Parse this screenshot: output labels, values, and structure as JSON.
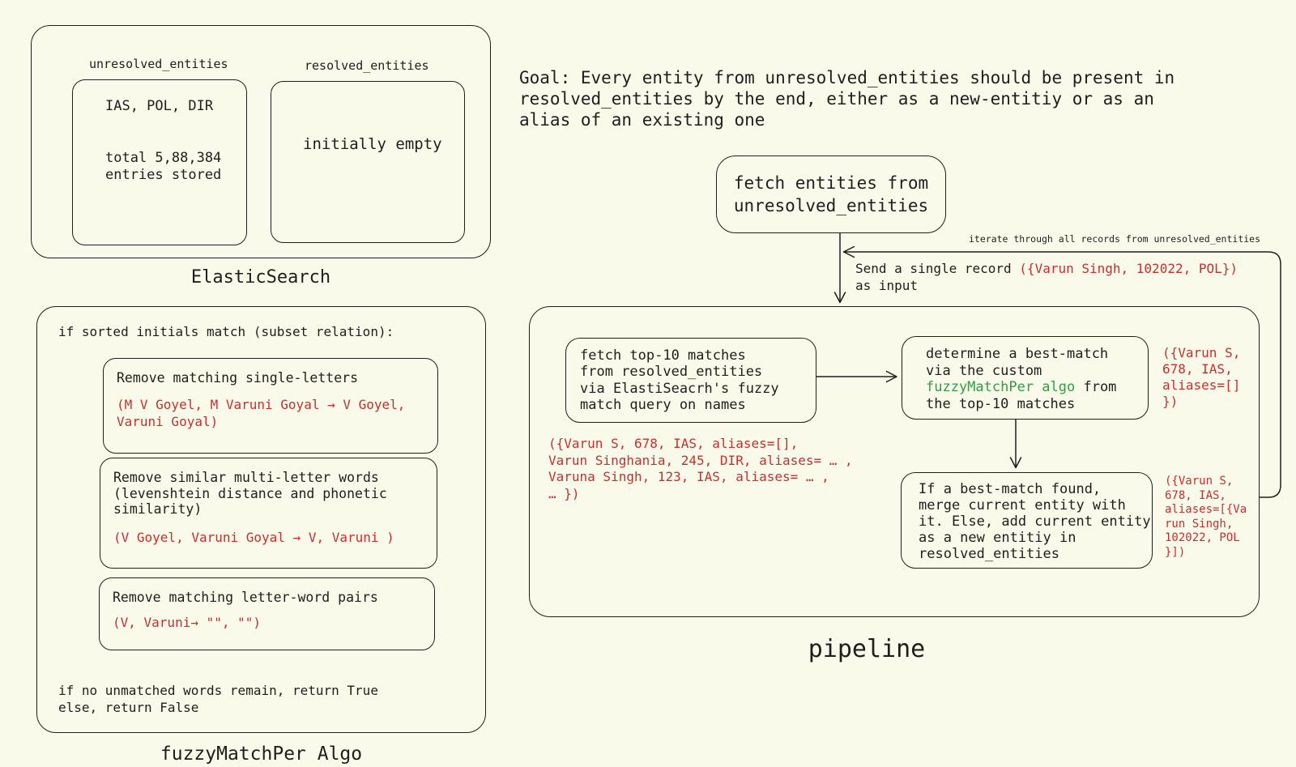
{
  "colors": {
    "background": "#fafaea",
    "ink": "#1e1e1e",
    "red": "#c62f2f",
    "green": "#2f9e44"
  },
  "elasticsearch": {
    "caption": "ElasticSearch",
    "unresolved": {
      "title": "unresolved_entities",
      "content_line": "IAS, POL, DIR",
      "stats": "total 5,88,384\nentries stored"
    },
    "resolved": {
      "title": "resolved_entities",
      "content": "initially empty"
    }
  },
  "goal": "Goal: Every entity from unresolved_entities should be present in\nresolved_entities by the end, either as a new-entitiy or as an\nalias of an existing one",
  "fetch_entities_box": "fetch entities from\nunresolved_entities",
  "iterate_label": "iterate through all records from unresolved_entities",
  "send_record": {
    "prefix": "Send a single record ",
    "record": "({Varun Singh, 102022, POL})",
    "suffix": "as input"
  },
  "pipeline": {
    "caption": "pipeline",
    "fetch_top10": "fetch top-10 matches\nfrom resolved_entities\nvia ElastiSeacrh's fuzzy\nmatch query on names",
    "top10_result": "({Varun S, 678, IAS, aliases=[],\nVarun Singhania, 245, DIR, aliases= … ,\nVaruna Singh, 123, IAS, aliases= … ,\n … })",
    "determine": {
      "part1": "determine a best-match\nvia the custom\n",
      "highlight": "fuzzyMatchPer algo",
      "part2": " from\nthe top-10 matches"
    },
    "best_match_annotation": "({Varun S,\n678, IAS,\naliases=[]\n})",
    "merge": "If a best-match found,\nmerge current entity with\nit. Else, add current entity\nas a new entitiy in\nresolved_entities",
    "merge_annotation": "({Varun S,\n678, IAS,\naliases=[{Va\nrun Singh,\n102022, POL\n}])"
  },
  "algo": {
    "caption": "fuzzyMatchPer Algo",
    "condition": "if sorted initials match (subset relation):",
    "steps": [
      {
        "rule": "Remove matching single-letters",
        "example": "(M V Goyel, M Varuni Goyal → V Goyel,\nVaruni Goyal)"
      },
      {
        "rule": "Remove similar multi-letter words\n(levenshtein distance and phonetic\nsimilarity)",
        "example": "(V Goyel, Varuni Goyal → V, Varuni )"
      },
      {
        "rule": "Remove matching letter-word pairs",
        "example": "(V, Varuni→ \"\", \"\")"
      }
    ],
    "return": "if no unmatched words remain, return True\nelse, return False"
  }
}
